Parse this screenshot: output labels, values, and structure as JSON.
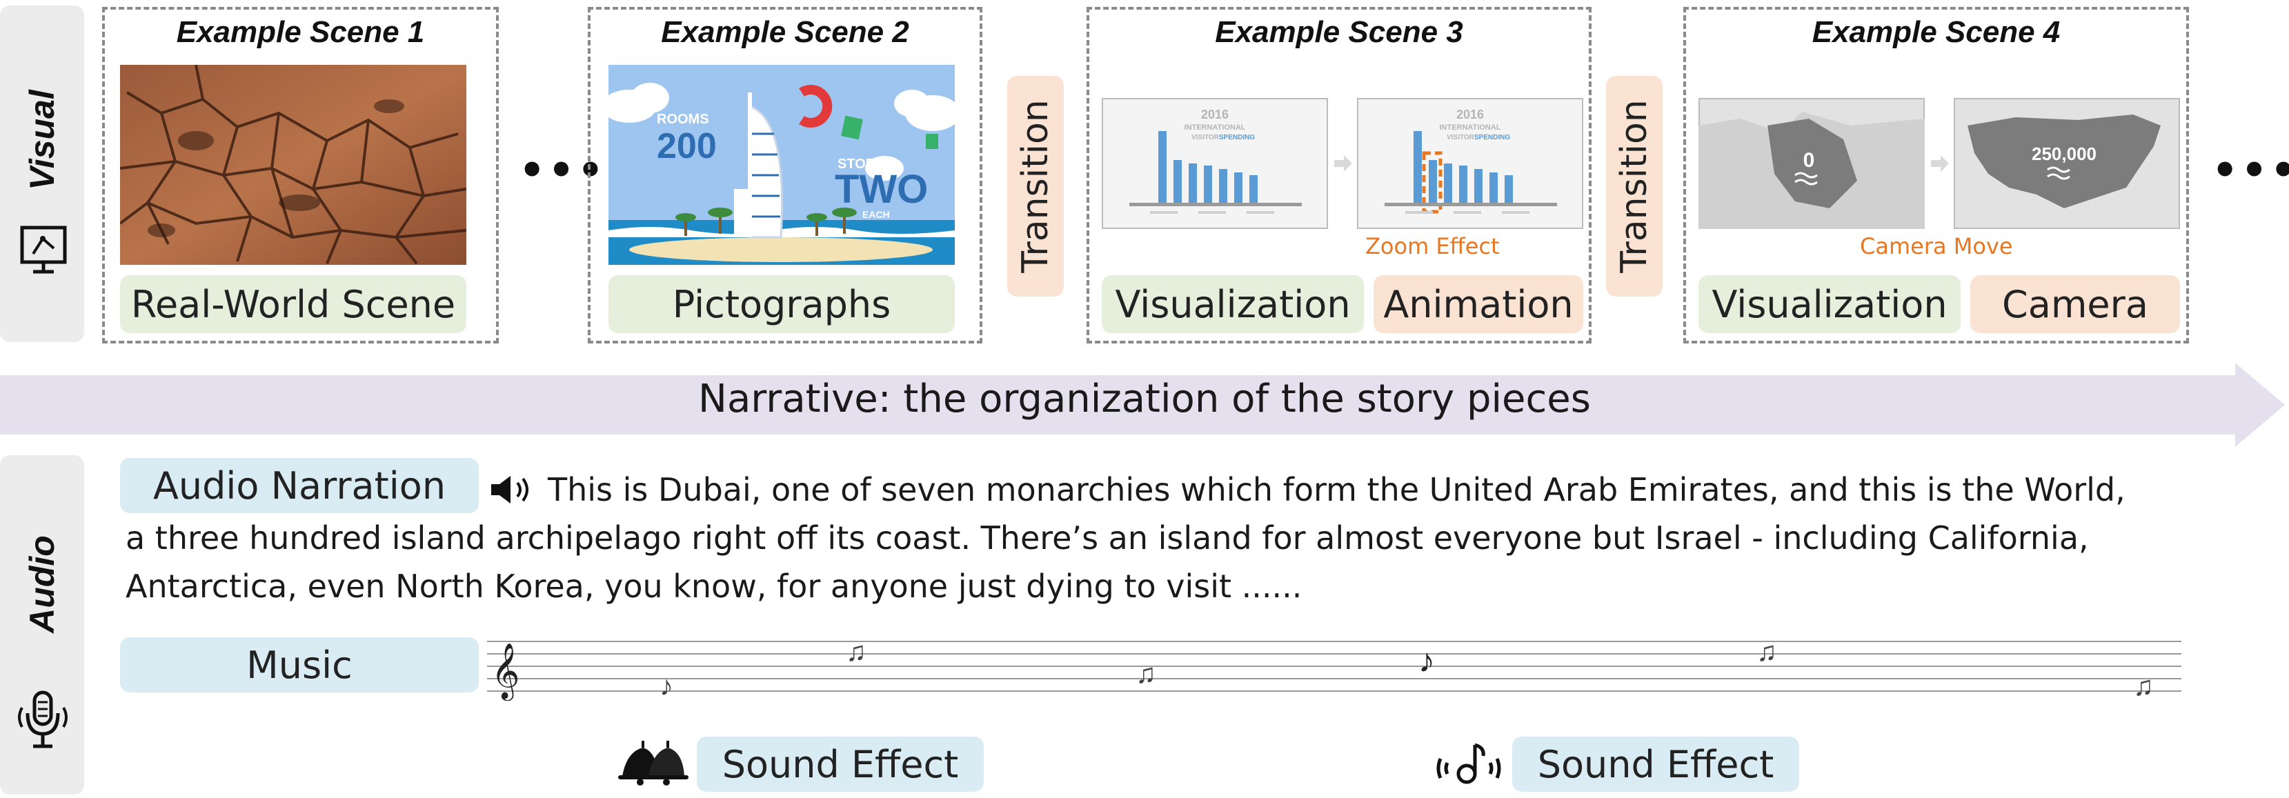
{
  "visual": {
    "label": "Visual",
    "scenes": [
      {
        "title": "Example Scene 1",
        "tags": [
          "Real-World Scene"
        ]
      },
      {
        "title": "Example Scene 2",
        "tags": [
          "Pictographs"
        ],
        "image_text": {
          "rooms_label": "ROOMS",
          "rooms_value": "200",
          "stories_label": "STORIES",
          "stories_value": "TWO",
          "each_label": "EACH"
        }
      },
      {
        "title": "Example Scene 3",
        "tags": [
          "Visualization",
          "Animation"
        ],
        "caption": "Zoom Effect",
        "chart_text": {
          "year": "2016",
          "line1": "INTERNATIONAL",
          "line2a": "VISITOR",
          "line2b": "SPENDING"
        }
      },
      {
        "title": "Example Scene 4",
        "tags": [
          "Visualization",
          "Camera"
        ],
        "caption": "Camera Move",
        "map_values": [
          "0",
          "250,000"
        ]
      }
    ],
    "ellipsis": "•••",
    "transition_label": "Transition"
  },
  "narrative": {
    "text": "Narrative: the organization of the story pieces"
  },
  "audio": {
    "label": "Audio",
    "narration_tag": "Audio Narration",
    "narration_lines": [
      "This is Dubai, one of seven monarchies which form the United Arab Emirates, and this is the World,",
      "a three hundred island archipelago right off its coast. There’s an island for almost everyone but Israel - including California,",
      "Antarctica, even North Korea, you know, for anyone just dying to visit ......"
    ],
    "music_tag": "Music",
    "sound_effects": [
      "Sound Effect",
      "Sound Effect"
    ]
  },
  "colors": {
    "panel_bg": "#ececec",
    "tag_green": "#e6eedc",
    "tag_orange": "#fbe3d4",
    "tag_blue": "#d9ecf3",
    "arrow": "#e4e0ee",
    "accent_orange": "#e87722",
    "bar_blue": "#5b9bd5"
  },
  "icons": [
    "visual-screen-icon",
    "microphone-icon",
    "speaker-icon",
    "bells-icon",
    "sound-note-icon",
    "treble-clef-icon",
    "music-note-icon"
  ]
}
